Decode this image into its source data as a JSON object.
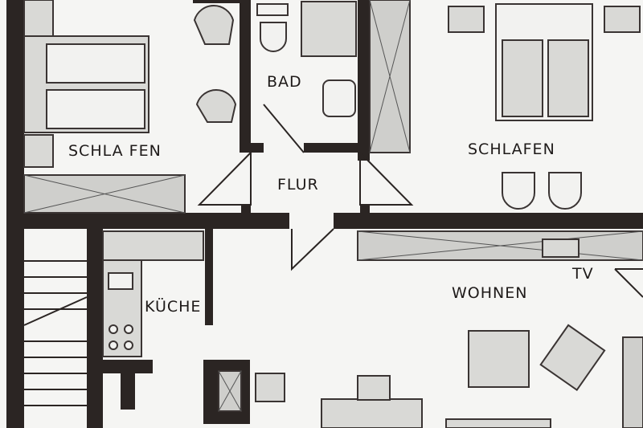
{
  "rooms": {
    "bedroom_left": "SCHLA FEN",
    "bathroom": "BAD",
    "hallway": "FLUR",
    "bedroom_right": "SCHLAFEN",
    "kitchen": "KÜCHE",
    "living": "WOHNEN",
    "tv": "TV"
  },
  "colors": {
    "wall": "#2b2523",
    "paper": "#f5f5f3",
    "furniture": "#d9d9d6"
  }
}
